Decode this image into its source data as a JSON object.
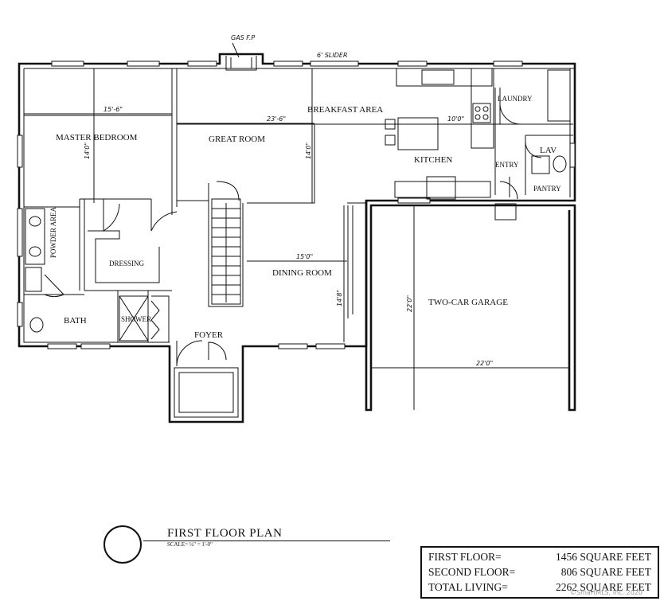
{
  "rooms": {
    "master_bedroom": "MASTER BEDROOM",
    "great_room": "GREAT ROOM",
    "breakfast_area": "BREAKFAST AREA",
    "kitchen": "KITCHEN",
    "laundry": "LAUNDRY",
    "lav": "LAV",
    "entry": "ENTRY",
    "pantry": "PANTRY",
    "powder_area": "POWDER AREA",
    "dressing": "DRESSING",
    "dining_room": "DINING ROOM",
    "bath": "BATH",
    "shower": "SHOWER",
    "foyer": "FOYER",
    "garage": "TWO-CAR GARAGE"
  },
  "annotations": {
    "gas_fp": "GAS F.P",
    "slider": "6' SLIDER"
  },
  "dimensions": {
    "master_width": "15'-6\"",
    "master_depth": "14'0\"",
    "great_width": "23'-6\"",
    "great_depth": "14'0\"",
    "kitchen": "10'0\"",
    "dining_width": "15'0\"",
    "dining_depth": "14'8\"",
    "garage_depth": "22'0\"",
    "garage_width": "22'0\""
  },
  "title": {
    "name": "FIRST FLOOR PLAN",
    "scale": "SCALE= ¼\" = 1'-0\""
  },
  "area_table": {
    "first_label": "FIRST FLOOR=",
    "first_value": "1456 SQUARE FEET",
    "second_label": "SECOND FLOOR=",
    "second_value": "806 SQUARE FEET",
    "total_label": "TOTAL LIVING=",
    "total_value": "2262 SQUARE FEET"
  },
  "watermark": "©SmartMLS, Inc. 2020"
}
